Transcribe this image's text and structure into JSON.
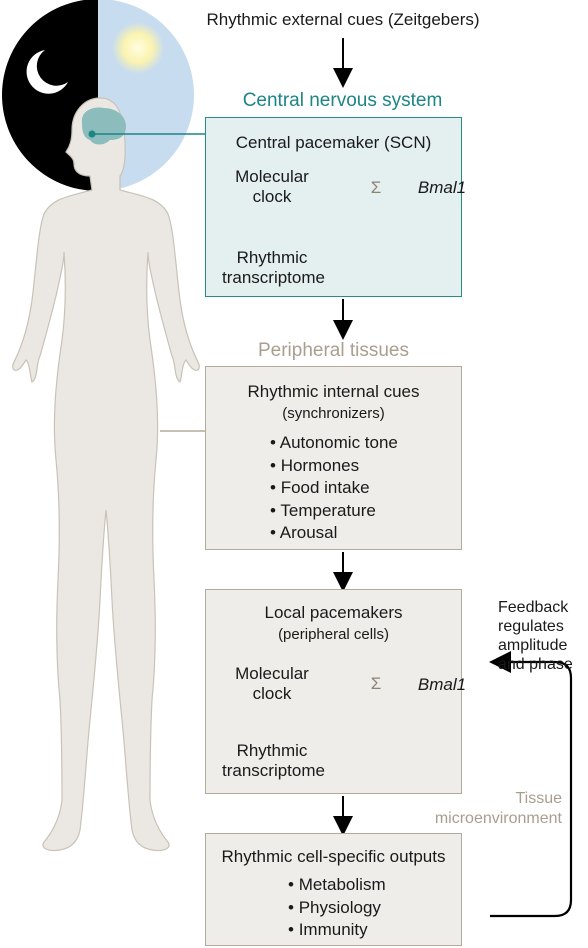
{
  "header": {
    "zeitgebers": "Rhythmic external cues (Zeitgebers)"
  },
  "cns": {
    "title": "Central nervous system",
    "box_title": "Central pacemaker (SCN)",
    "clock_label_1": "Molecular",
    "clock_label_2": "clock",
    "gene": "Bmal1",
    "transcriptome_1": "Rhythmic",
    "transcriptome_2": "transcriptome"
  },
  "peripheral": {
    "title": "Peripheral tissues",
    "cues_title": "Rhythmic internal cues",
    "cues_subtitle": "(synchronizers)",
    "cues": [
      "Autonomic tone",
      "Hormones",
      "Food intake",
      "Temperature",
      "Arousal"
    ]
  },
  "local": {
    "title": "Local pacemakers",
    "subtitle": "(peripheral cells)",
    "clock_label_1": "Molecular",
    "clock_label_2": "clock",
    "gene": "Bmal1",
    "transcriptome_1": "Rhythmic",
    "transcriptome_2": "transcriptome"
  },
  "outputs": {
    "title": "Rhythmic cell-specific outputs",
    "items": [
      "Metabolism",
      "Physiology",
      "Immunity"
    ]
  },
  "feedback": {
    "lines": [
      "Feedback",
      "regulates",
      "amplitude",
      "and phase"
    ],
    "tissue_1": "Tissue",
    "tissue_2": "microenvironment"
  },
  "clock_symbol": "Σ",
  "colors": {
    "teal": "#1d8585",
    "teal_fill": "#e4efef",
    "tan": "#aa9f8f",
    "tan_fill": "#efedea",
    "body_fill": "#ebe8e3",
    "night": "#000000",
    "day": "#c7dcef"
  }
}
